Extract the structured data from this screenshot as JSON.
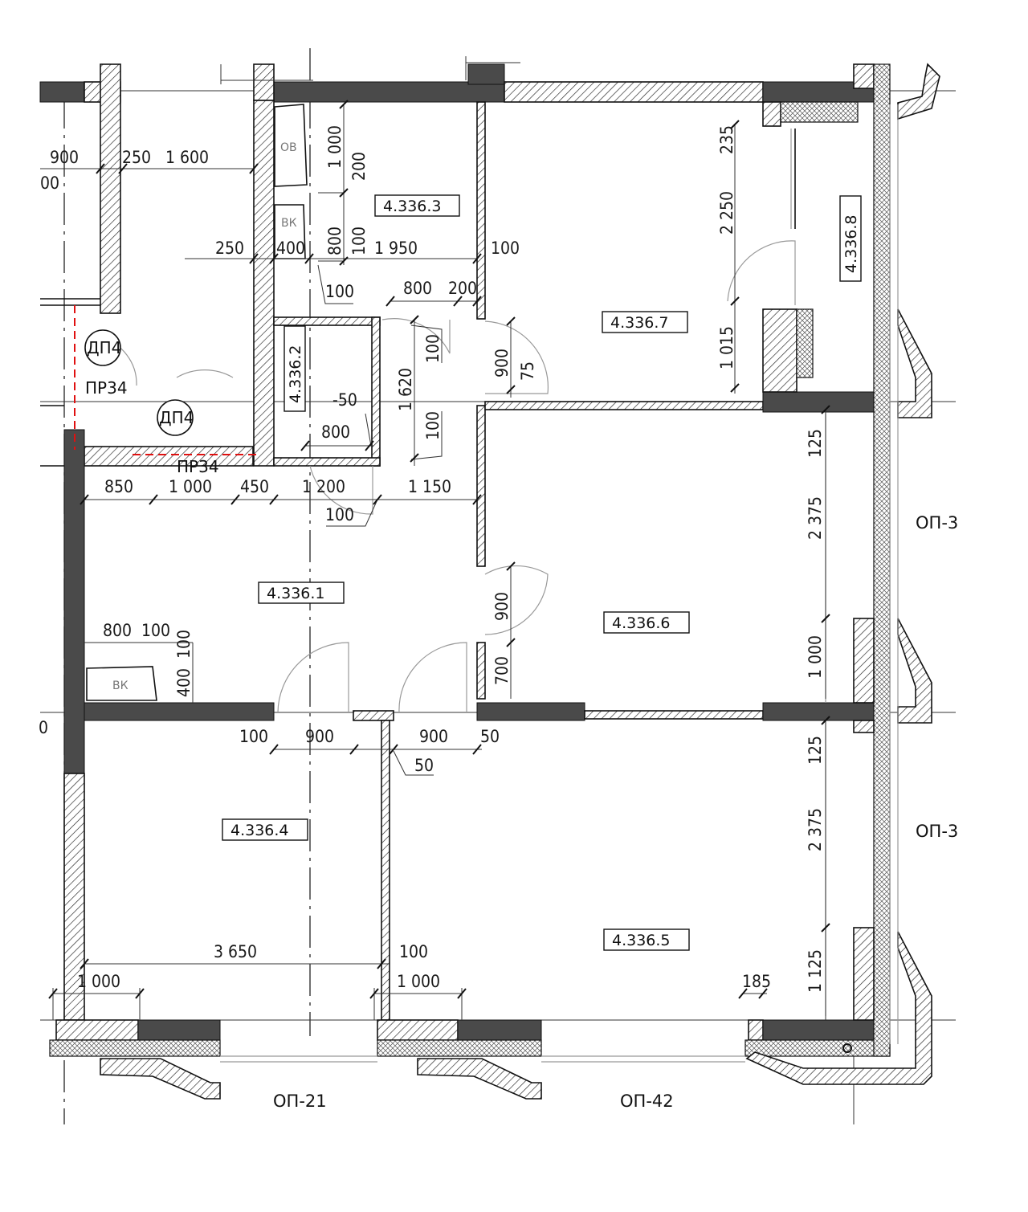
{
  "rooms": {
    "r1": "4.336.1",
    "r2": "4.336.2",
    "r3": "4.336.3",
    "r4": "4.336.4",
    "r5": "4.336.5",
    "r6": "4.336.6",
    "r7": "4.336.7",
    "r8": "4.336.8"
  },
  "fixtures": {
    "ov": "ОВ",
    "vk1": "ВК",
    "vk2": "ВК"
  },
  "doors": {
    "dp_a": "ДП4",
    "dp_b": "ДП4",
    "pr_a": "ПР34",
    "pr_b": "ПР34"
  },
  "openings": {
    "op21": "ОП-21",
    "op42": "ОП-42",
    "op3a": "ОП-3",
    "op3b": "ОП-3"
  },
  "dims": {
    "d900_top": "900",
    "d250_top": "250",
    "d1600": "1 600",
    "d00_left": "00",
    "d1000_v": "1 000",
    "d200_v": "200",
    "d800_v": "800",
    "d100_v": "100",
    "d250_mid": "250",
    "d400": "400",
    "d1950": "1 950",
    "d100_r": "100",
    "d100_lead": "100",
    "d800_h": "800",
    "d200_h": "200",
    "d235": "235",
    "d2250": "2 250",
    "d1015": "1 015",
    "d100_a": "100",
    "d1620": "1 620",
    "d100_b": "100",
    "d900_door": "900",
    "d75": "75",
    "dm50": "-50",
    "d800_low": "800",
    "d850": "850",
    "d1000_row": "1 000",
    "d450": "450",
    "d1200": "1 200",
    "d1150": "1 150",
    "d100_row": "100",
    "d125_a": "125",
    "d2375_a": "2 375",
    "d1000_right": "1 000",
    "d900_mid": "900",
    "d700": "700",
    "d800_vk": "800",
    "d100_vk": "100",
    "d100_vk_v": "100",
    "d400_vk": "400",
    "d0_left": "0",
    "d100_door": "100",
    "d900_door_a": "900",
    "d900_door_b": "900",
    "d50_a": "50",
    "d50_b": "50",
    "d125_b": "125",
    "d2375_b": "2 375",
    "d1125": "1 125",
    "d3650": "3 650",
    "d100_bot": "100",
    "d1000_bl": "1 000",
    "d1000_bm": "1 000",
    "d185": "185"
  }
}
